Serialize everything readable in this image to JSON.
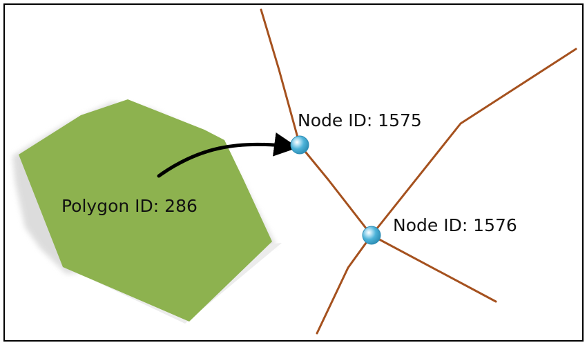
{
  "diagram": {
    "polygon": {
      "label": "Polygon ID: 286"
    },
    "nodes": [
      {
        "label": "Node ID: 1575"
      },
      {
        "label": "Node ID: 1576"
      }
    ]
  },
  "colors": {
    "background": "#FFFFFF",
    "frame": "#000000",
    "polygon_fill": "#8DB24F",
    "polygon_shadow": "#DADADA",
    "edge": "#A5511E",
    "node_fill": "#4DB3D9",
    "arrow": "#000000",
    "text": "#111111"
  },
  "icons": {
    "arrow": "curved-arrow-icon"
  }
}
